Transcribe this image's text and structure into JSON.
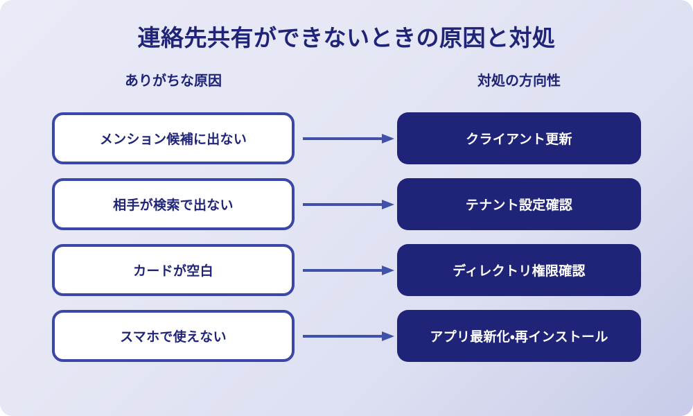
{
  "diagram": {
    "title": "連絡先共有ができないときの原因と対処",
    "columns": {
      "left_header": "ありがちな原因",
      "right_header": "対処の方向性"
    },
    "colors": {
      "navy": "#1f2478",
      "border_blue": "#3a46a8",
      "arrow_blue": "#3f51a8",
      "box_fill_white": "#ffffff",
      "background_start": "#e9eaf7",
      "background_end": "#c8cbe8"
    },
    "rows": [
      {
        "cause": "メンション候補に出ない",
        "connector": "arrow-right",
        "action": "クライアント更新"
      },
      {
        "cause": "相手が検索で出ない",
        "connector": "arrow-right",
        "action": "テナント設定確認"
      },
      {
        "cause": "カードが空白",
        "connector": "arrow-right",
        "action": "ディレクトリ権限確認"
      },
      {
        "cause": "スマホで使えない",
        "connector": "arrow-right",
        "action": "アプリ最新化・再インストール"
      }
    ]
  }
}
